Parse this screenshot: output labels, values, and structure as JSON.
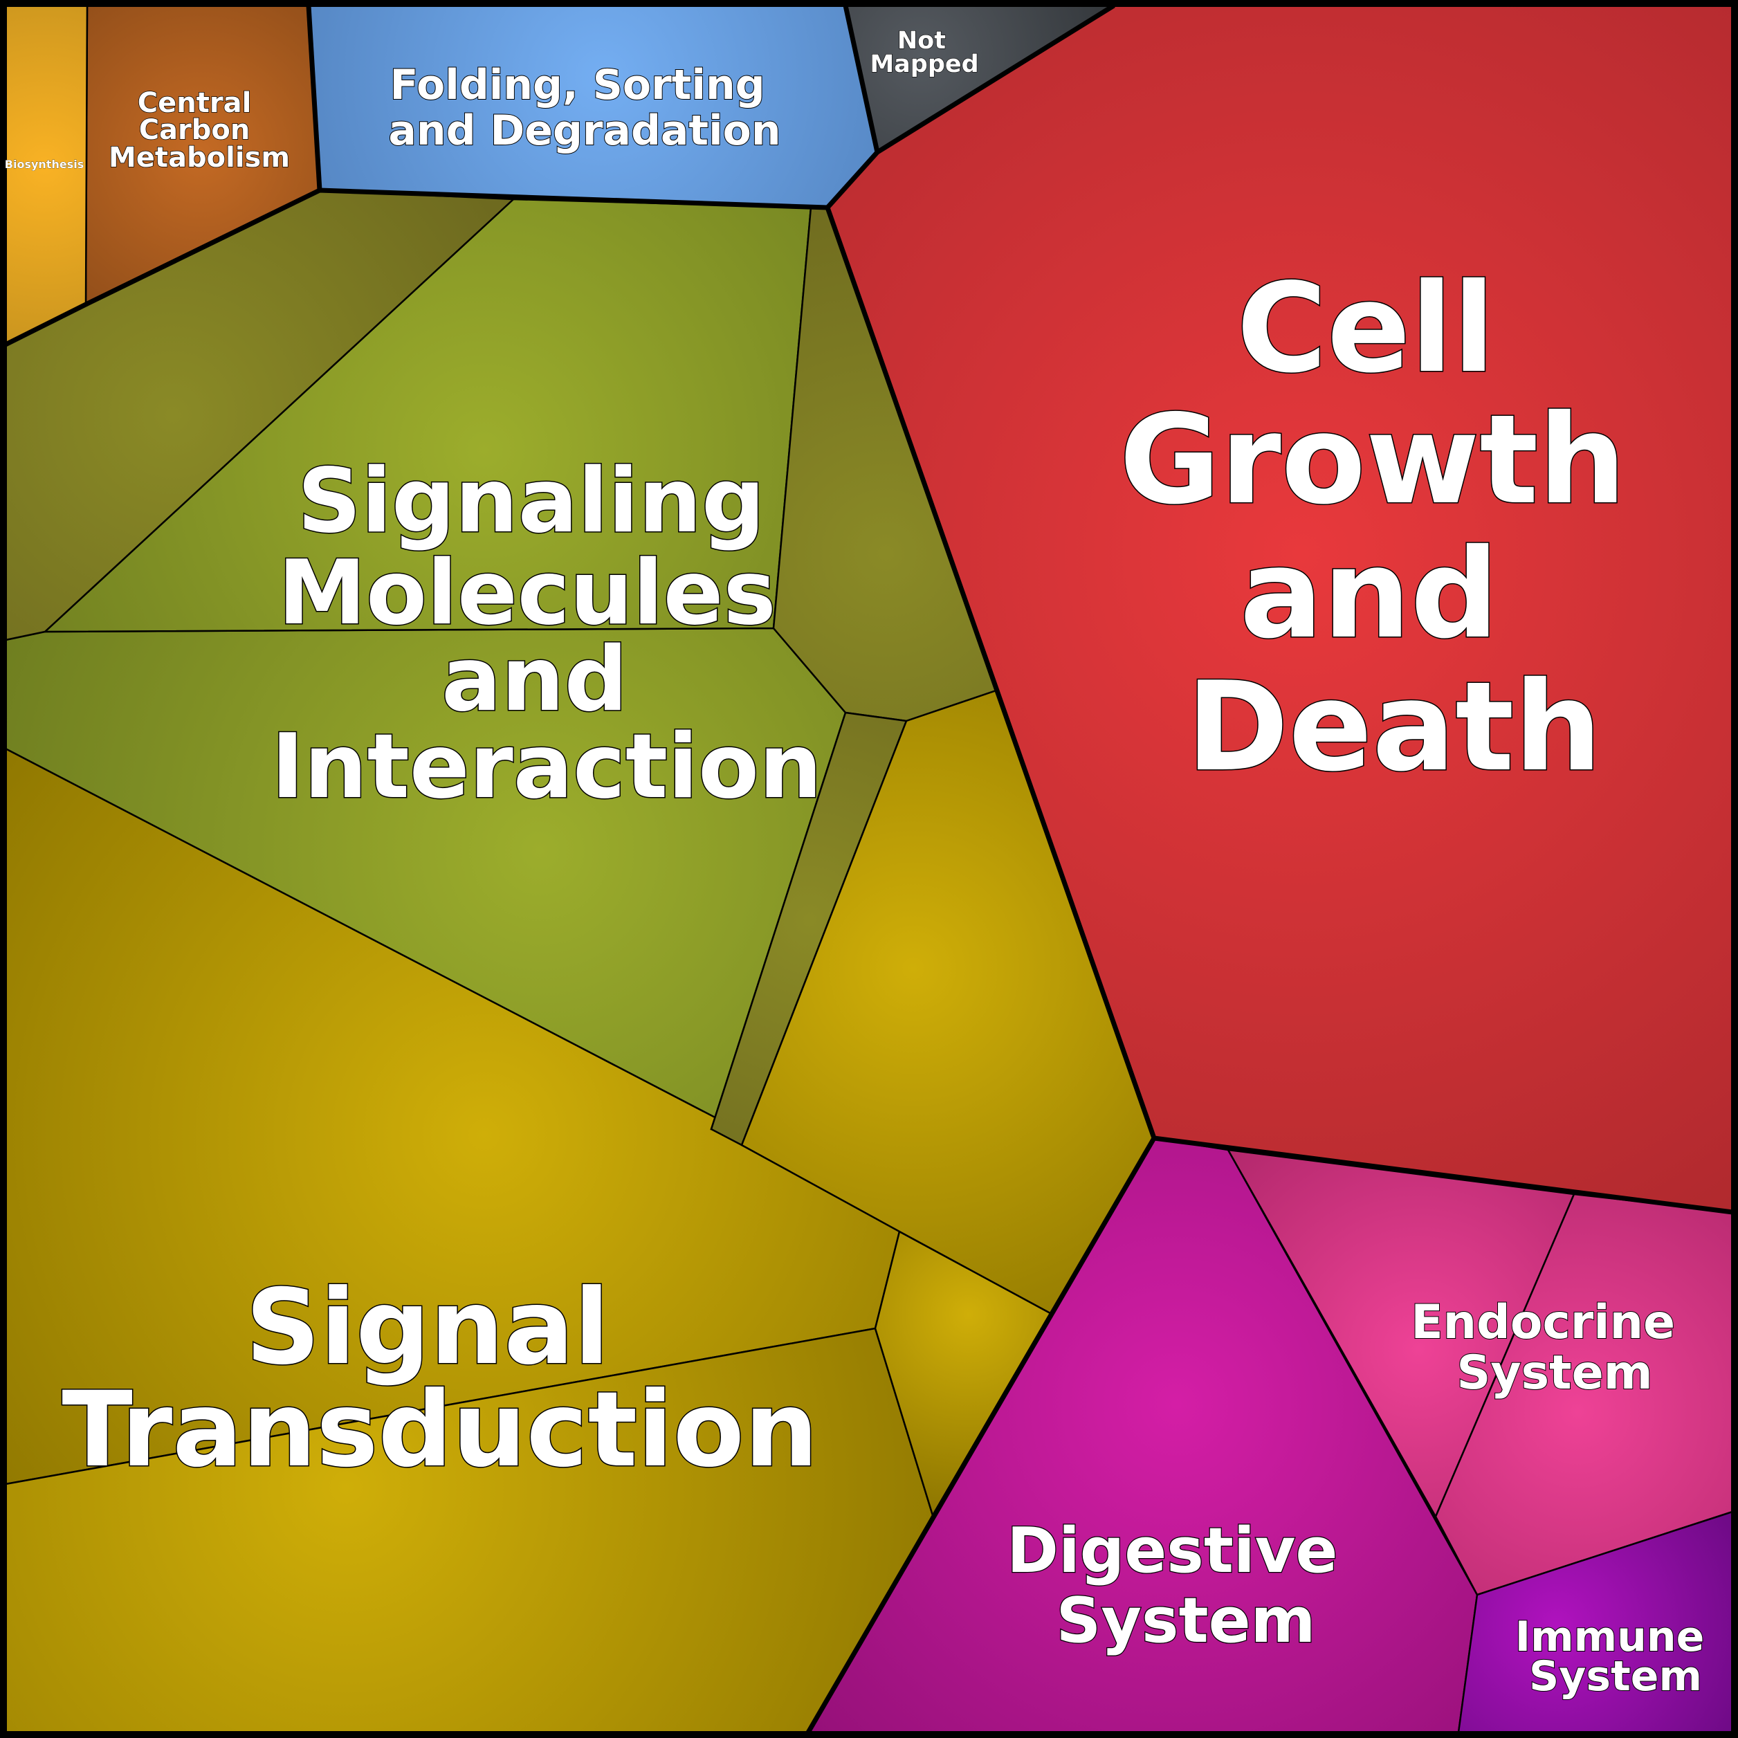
{
  "cells": {
    "cell_growth": {
      "label": [
        "Cell",
        "Growth",
        "and",
        "Death"
      ]
    },
    "signaling_molecules": {
      "label": [
        "Signaling",
        "Molecules",
        "and",
        "Interaction"
      ]
    },
    "signal_transduction": {
      "label": [
        "Signal",
        "Transduction"
      ]
    },
    "folding": {
      "label": [
        "Folding, Sorting",
        "and Degradation"
      ]
    },
    "central_carbon": {
      "label": [
        "Central",
        "Carbon",
        "Metabolism"
      ]
    },
    "not_mapped": {
      "label": [
        "Not",
        "Mapped"
      ]
    },
    "biosynthesis": {
      "label": [
        "Biosynthesis"
      ]
    },
    "digestive": {
      "label": [
        "Digestive",
        "System"
      ]
    },
    "endocrine": {
      "label": [
        "Endocrine",
        "System"
      ]
    },
    "immune": {
      "label": [
        "Immune",
        "System"
      ]
    }
  },
  "colors": {
    "cell_growth": [
      "#e8393c",
      "#a8272c"
    ],
    "signaling_molecules": [
      "#9cad2c",
      "#6b7a1f"
    ],
    "signal_transduction": [
      "#cfae08",
      "#8a7300"
    ],
    "olive_dark": [
      "#8a8a26",
      "#6e6a1f"
    ],
    "folding": [
      "#74aef2",
      "#4a78b2"
    ],
    "central_carbon": [
      "#c46a24",
      "#8a4a18"
    ],
    "biosynthesis": [
      "#f9b224",
      "#b88a1c"
    ],
    "not_mapped": [
      "#555a60",
      "#33373b"
    ],
    "digestive": [
      "#d41ea6",
      "#941078"
    ],
    "endocrine": [
      "#ee4296",
      "#b2286c"
    ],
    "immune": [
      "#b012be",
      "#6e0a86"
    ]
  }
}
